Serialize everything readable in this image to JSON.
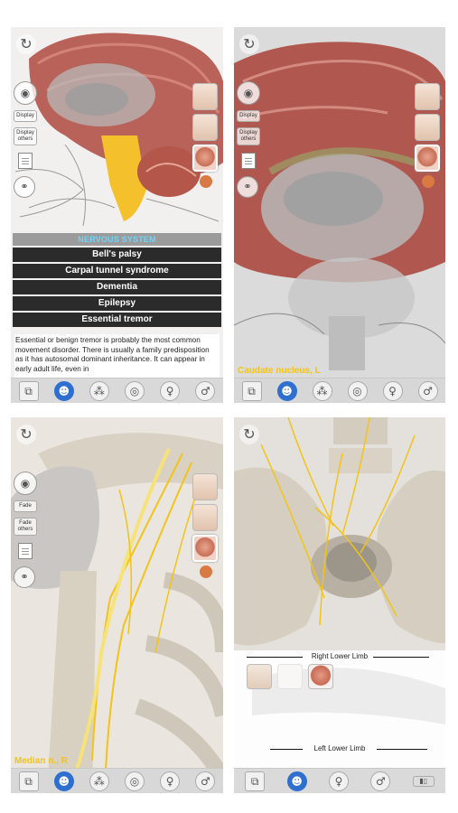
{
  "panel1": {
    "display_label": "Display",
    "display_others_label": "Display others",
    "nervous_system": {
      "header": "NERVOUS SYSTEM",
      "items": [
        "Bell's palsy",
        "Carpal tunnel syndrome",
        "Dementia",
        "Epilepsy",
        "Essential tremor"
      ],
      "description": "Essential or benign tremor is probably the most common movement disorder. There is usually a family predisposition as it has autosomal dominant inheritance. It can appear in early adult life, even in"
    }
  },
  "panel2": {
    "display_label": "Display",
    "display_others_label": "Display others",
    "structure_label": "Caudate nucleus, L"
  },
  "panel3": {
    "fade_label": "Fade",
    "fade_others_label": "Fade others",
    "structure_label": "Median n., R"
  },
  "panel4": {
    "right_lower_limb": "Right Lower Limb",
    "left_lower_limb": "Left Lower Limb"
  },
  "icons": {
    "rotate": "rotate-icon",
    "eye": "eye-icon",
    "document": "document-icon",
    "share": "share-icon",
    "body": "body-icon",
    "female": "female-icon",
    "male": "male-icon"
  },
  "colors": {
    "nerve": "#f2c318",
    "header_text": "#6fd4f8",
    "item_bg": "#2b2b2b",
    "active_tool": "#2e6fd0"
  }
}
